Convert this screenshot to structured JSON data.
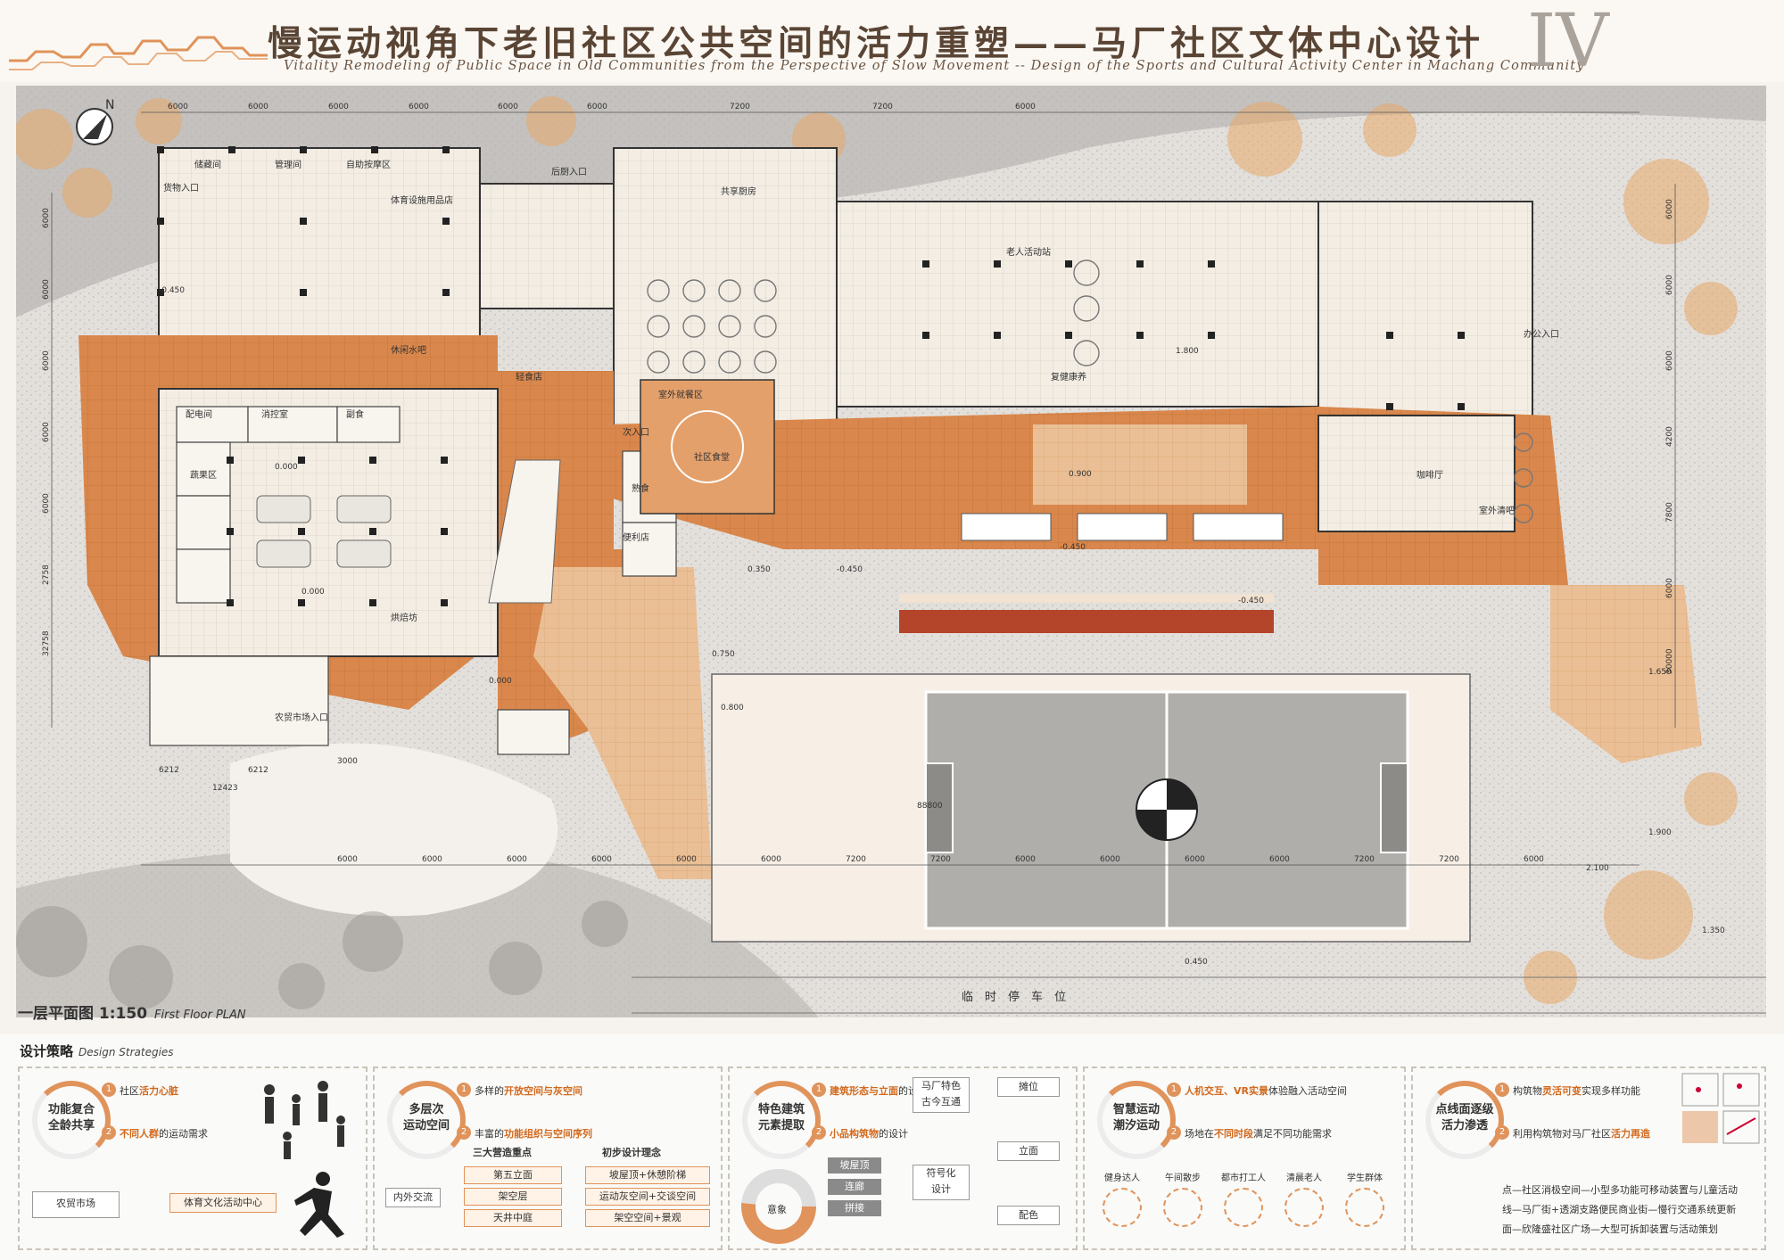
{
  "header": {
    "title_cn": "慢运动视角下老旧社区公共空间的活力重塑——马厂社区文体中心设计",
    "title_en": "Vitality Remodeling of Public Space in Old Communities from the Perspective of Slow Movement -- Design of the Sports and Cultural Activity Center in Machang Community",
    "roman": "IV"
  },
  "plan": {
    "label_cn": "一层平面图 1:150",
    "label_en": "First Floor PLAN",
    "north": "N",
    "parking": "临　时　停　车　位",
    "rooms": [
      "储藏间",
      "管理间",
      "自助按摩区",
      "体育设施用品店",
      "后厨入口",
      "共享厨房",
      "老人活动站",
      "复健康养",
      "办公入口",
      "咖啡厅",
      "室外清吧",
      "次入口",
      "休闲水吧",
      "轻食店",
      "室外就餐区",
      "社区食堂",
      "配电间",
      "消控室",
      "副食",
      "蔬果区",
      "烘焙坊",
      "熟食",
      "便利店",
      "农贸市场入口",
      "货物入口"
    ],
    "dims_top": [
      "6000",
      "6000",
      "6000",
      "6000",
      "6000",
      "6000",
      "7200",
      "7200",
      "6000"
    ],
    "dims_bottom": [
      "6000",
      "6000",
      "6000",
      "6000",
      "6000",
      "6000",
      "7200",
      "7200",
      "6000",
      "6000",
      "6000",
      "6000",
      "7200",
      "7200",
      "6000"
    ],
    "dims_left": [
      "6000",
      "6000",
      "6000",
      "6000",
      "6000",
      "2758",
      "32758"
    ],
    "dims_right": [
      "6000",
      "6000",
      "6000",
      "4200",
      "7800",
      "6000",
      "30000"
    ],
    "dims_misc": [
      "6212",
      "6212",
      "12423",
      "3000",
      "88800"
    ],
    "levels": [
      "-0.450",
      "0.000",
      "0.900",
      "-0.450",
      "0.350",
      "-0.450",
      "0.750",
      "0.800",
      "-0.450",
      "1.800",
      "0.000",
      "1.650",
      "1.900",
      "2.100",
      "1.350",
      "0.450",
      "0.000"
    ]
  },
  "strategies": {
    "title_cn": "设计策略",
    "title_en": "Design Strategies",
    "p1": {
      "circle": [
        "功能复合",
        "全龄共享"
      ],
      "n1": "1",
      "n2": "2",
      "pt1_a": "社区",
      "pt1_h": "活力心脏",
      "pt2_h": "不同人群",
      "pt2_b": "的运动需求",
      "box1": "农贸市场",
      "box2": "体育文化活动中心"
    },
    "p2": {
      "circle": [
        "多层次",
        "运动空间"
      ],
      "n1": "1",
      "n2": "2",
      "pt1_a": "多样的",
      "pt1_h": "开放空间与灰空间",
      "pt2_a": "丰富的",
      "pt2_h": "功能组织与空间序列",
      "h1": "三大营造重点",
      "h2": "初步设计理念",
      "box_in": "内外交流",
      "f1": "第五立面",
      "f2": "架空层",
      "f3": "天井中庭",
      "c1": "坡屋顶+休憩阶梯",
      "c2": "运动灰空间+交谈空间",
      "c3": "架空空间+景观"
    },
    "p3": {
      "circle": [
        "特色建筑",
        "元素提取"
      ],
      "n1": "1",
      "n2": "2",
      "pt1_h": "建筑形态与立面",
      "pt1_b": "的设计",
      "pt2_h": "小品构筑物",
      "pt2_b": "的设计",
      "box1": "马厂特色",
      "box1b": "古今互通",
      "box2": "符号化",
      "box2b": "设计",
      "s1": "摊位",
      "s2": "立面",
      "s3": "配色",
      "a1": "坡屋顶",
      "a2": "连廊",
      "a3": "拼接",
      "pie": "意象"
    },
    "p4": {
      "circle": [
        "智慧运动",
        "潮汐运动"
      ],
      "n1": "1",
      "n2": "2",
      "pt1_h": "人机交互、VR实景",
      "pt1_b": "体验融入活动空间",
      "pt2_a": "场地在",
      "pt2_h": "不同时段",
      "pt2_b": "满足不同功能需求",
      "times": [
        "健身达人",
        "午间散步",
        "都市打工人",
        "清晨老人",
        "学生群体"
      ]
    },
    "p5": {
      "circle": [
        "点线面逐级",
        "活力渗透"
      ],
      "n1": "1",
      "n2": "2",
      "pt1_a": "构筑物",
      "pt1_h": "灵活可变",
      "pt1_b": "实现多样功能",
      "pt2_a": "利用构筑物对马厂社区",
      "pt2_h": "活力再造",
      "l1": "点—社区消极空间—小型多功能可移动装置与儿童活动",
      "l2": "线—马厂街+透湖支路便民商业街—慢行交通系统更新",
      "l3": "面—欣隆盛社区广场—大型可拆卸装置与活动策划"
    }
  }
}
